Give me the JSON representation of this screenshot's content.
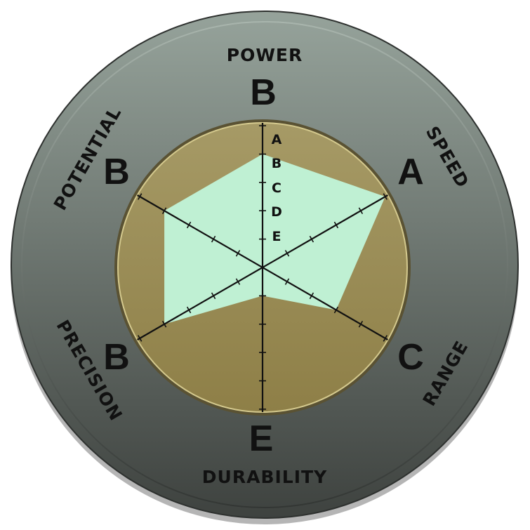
{
  "chart_data": {
    "type": "radar",
    "scale_levels": [
      "A",
      "B",
      "C",
      "D",
      "E"
    ],
    "scale_values": {
      "A": 5,
      "B": 4,
      "C": 3,
      "D": 2,
      "E": 1
    },
    "axes": [
      {
        "stat": "POWER",
        "grade": "B",
        "value": 4
      },
      {
        "stat": "SPEED",
        "grade": "A",
        "value": 5
      },
      {
        "stat": "RANGE",
        "grade": "C",
        "value": 3
      },
      {
        "stat": "DURABILITY",
        "grade": "E",
        "value": 1
      },
      {
        "stat": "PRECISION",
        "grade": "B",
        "value": 4
      },
      {
        "stat": "POTENTIAL",
        "grade": "B",
        "value": 4
      }
    ],
    "colors": {
      "outer_ring_top": "#96a39b",
      "outer_ring_bottom": "#3e423f",
      "inner_disc": "#a69a66",
      "inner_disc_bottom": "#8e7f47",
      "polygon_fill": "#bff0d3",
      "axis_lines": "#111111"
    }
  }
}
